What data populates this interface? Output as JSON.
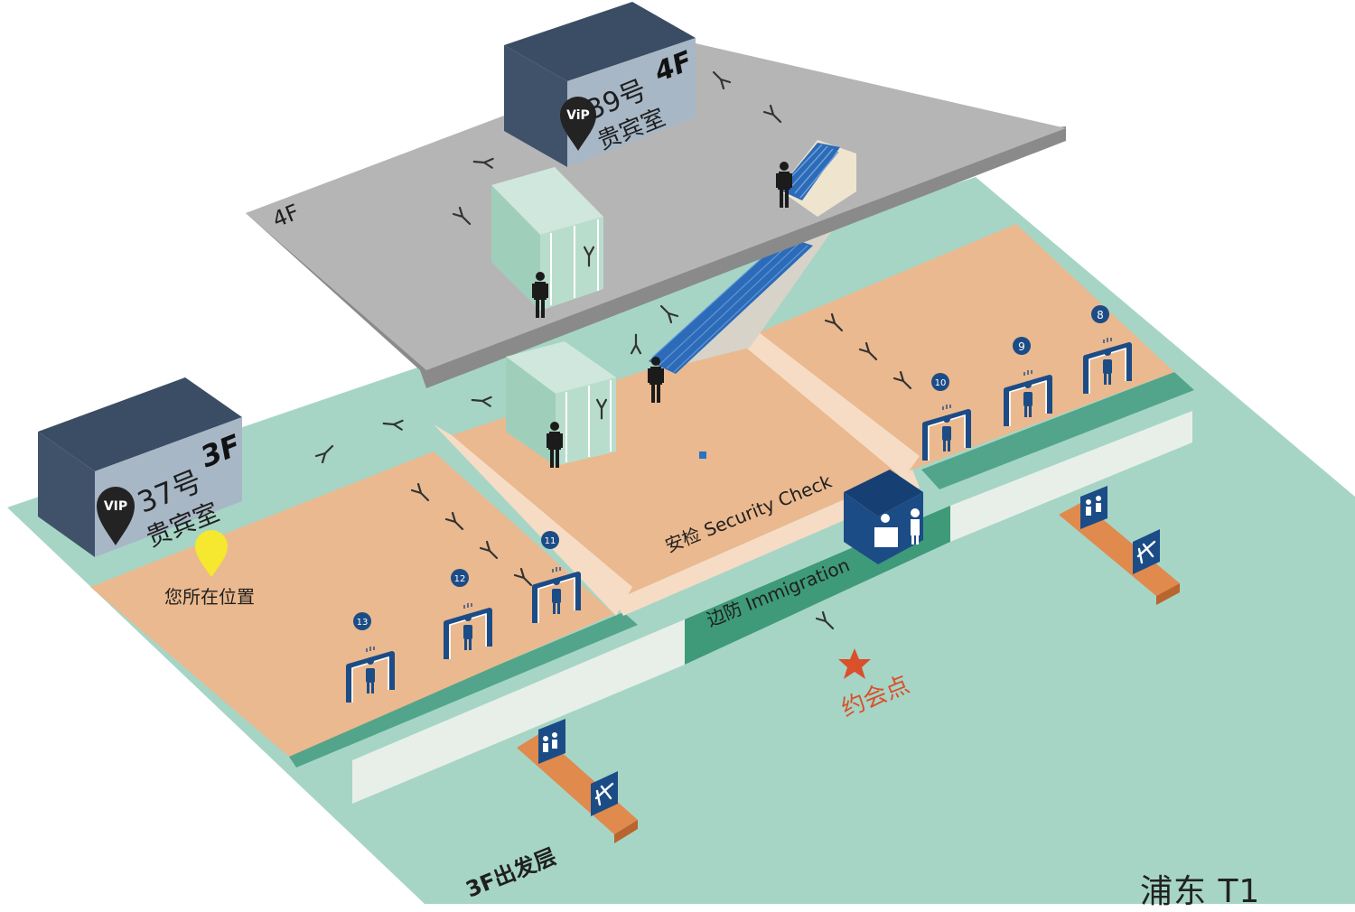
{
  "map": {
    "title": "浦东 T1",
    "floor_3f_label": "3F出发层",
    "floor_4f_label": "4F",
    "vip_3f": {
      "badge": "VIP",
      "number": "37号",
      "name": "贵宾室",
      "floor": "3F"
    },
    "vip_4f": {
      "badge": "ViP",
      "number": "39号",
      "name": "贵宾室",
      "floor": "4F"
    },
    "you_are_here": "您所在位置",
    "security_check": "安检  Security Check",
    "immigration": "边防  Immigration",
    "meeting_point": "约会点",
    "checkpoints": [
      "8",
      "9",
      "10",
      "11",
      "12",
      "13"
    ],
    "icons": {
      "you_are_here": "location-pin-icon",
      "meeting_point": "star-icon",
      "security_booth": "officer-desk-icon",
      "flight": "airplane-icon",
      "service": "people-icon"
    },
    "colors": {
      "floor_green": "#a6d5c6",
      "security_zone": "#eab98f",
      "upper_floor": "#b5b5b5",
      "vip_box": "#44546a",
      "navy": "#1c4c86",
      "orange_counter": "#e08a4e",
      "meeting_red": "#d9502a",
      "pin_yellow": "#f5e82e"
    }
  }
}
